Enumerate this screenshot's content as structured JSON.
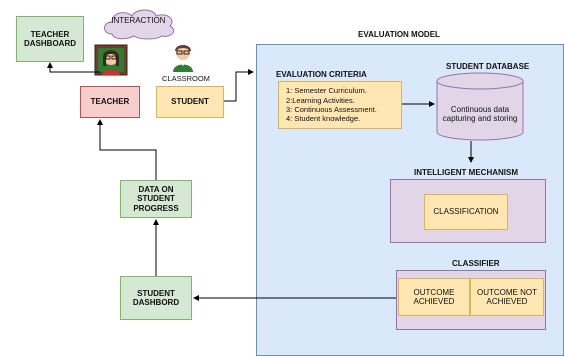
{
  "teacher_dashboard": "TEACHER DASHBOARD",
  "interaction": ".INTERACTION",
  "classroom": "CLASSROOM",
  "teacher": "TEACHER",
  "student": "STUDENT",
  "progress": "DATA ON STUDENT PROGRESS",
  "student_dashboard": "STUDENT DASHBORD",
  "eval_model": {
    "title": "EVALUATION MODEL",
    "criteria_title": "EVALUATION CRITERIA",
    "criteria": [
      "1: Semester Curriculum.",
      "2:Learning Activities.",
      "3: Continuous Assessment.",
      "4: Student knowledge."
    ],
    "db_title": "STUDENT DATABASE",
    "db_text": "Continuous data capturing and storing",
    "im_title": "INTELLIGENT MECHANISM",
    "classification": "CLASSIFICATION",
    "classifier_title": "CLASSIFIER",
    "outcome_achieved": "OUTCOME ACHIEVED",
    "outcome_not_achieved": "OUTCOME NOT ACHIEVED"
  }
}
